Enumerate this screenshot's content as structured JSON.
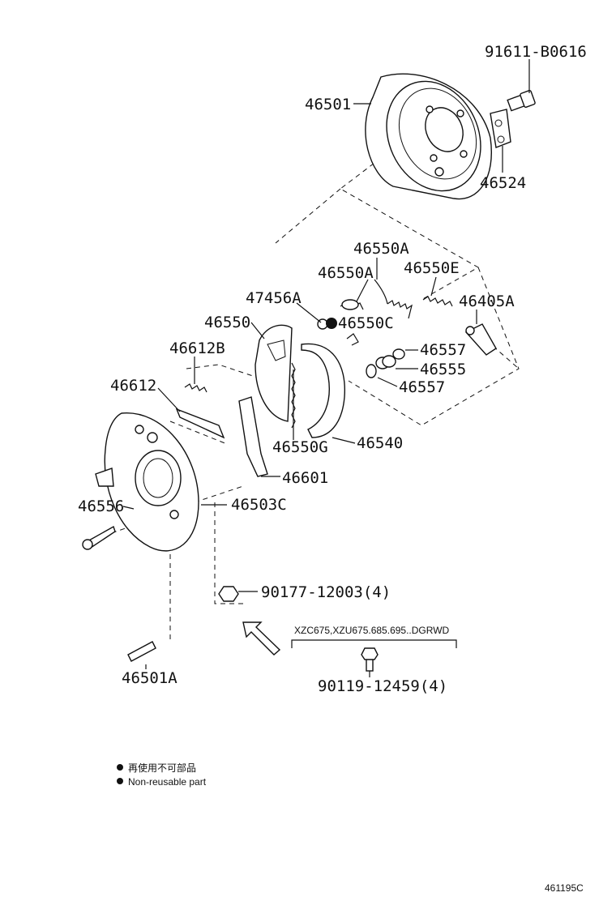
{
  "parts": {
    "p_91611_B0616": "91611-B0616",
    "p_46501": "46501",
    "p_46524": "46524",
    "p_46550A_top": "46550A",
    "p_46550A": "46550A",
    "p_46550E": "46550E",
    "p_47456A": "47456A",
    "p_46405A": "46405A",
    "p_46550": "46550",
    "p_46550C": "46550C",
    "p_46557_a": "46557",
    "p_46555": "46555",
    "p_46557_b": "46557",
    "p_46612B": "46612B",
    "p_46612": "46612",
    "p_46550G": "46550G",
    "p_46540": "46540",
    "p_46601": "46601",
    "p_46556": "46556",
    "p_46503C": "46503C",
    "p_90177": "90177-12003(4)",
    "p_46501A": "46501A",
    "p_90119": "90119-12459(4)"
  },
  "applicability_note": "XZC675,XZU675.685.695..DGRWD",
  "legend": {
    "japanese": "再使用不可部品",
    "english": "Non-reusable part"
  },
  "figure_id": "461195C",
  "icons": {
    "non_reusable_marker": "filled-circle",
    "direction_arrow": "outline-arrow"
  }
}
